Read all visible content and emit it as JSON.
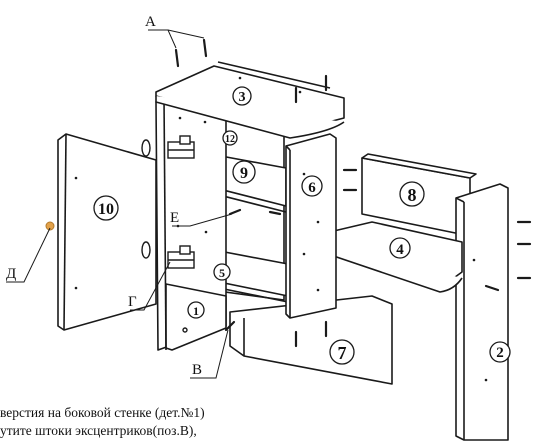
{
  "parts": {
    "p1": "1",
    "p2": "2",
    "p3": "3",
    "p4": "4",
    "p5": "5",
    "p6": "6",
    "p7": "7",
    "p8": "8",
    "p9": "9",
    "p10": "10",
    "p12": "12"
  },
  "letters": {
    "A": "А",
    "V": "В",
    "G": "Г",
    "D": "Д",
    "E": "Е"
  },
  "caption": {
    "line1": "верстия на боковой стенке (дет.№1)",
    "line2": "утите штоки эксцентриков(поз.В),"
  },
  "colors": {
    "line": "#1a1a1a",
    "door_knob": "#e3a24a"
  }
}
